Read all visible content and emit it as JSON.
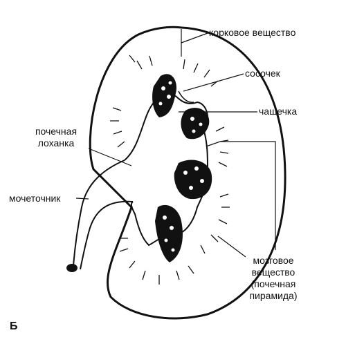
{
  "labels": {
    "cortex": "корковое вещество",
    "papilla": "сосочек",
    "calyx": "чашечка",
    "pelvis_line1": "почечная",
    "pelvis_line2": "лоханка",
    "ureter": "мочеточник",
    "medulla_line1": "мозговое",
    "medulla_line2": "вещество",
    "medulla_line3": "(почечная",
    "medulla_line4": "пирамида)"
  },
  "panel_letter": "Б",
  "colors": {
    "ink": "#111111",
    "background": "#ffffff"
  }
}
